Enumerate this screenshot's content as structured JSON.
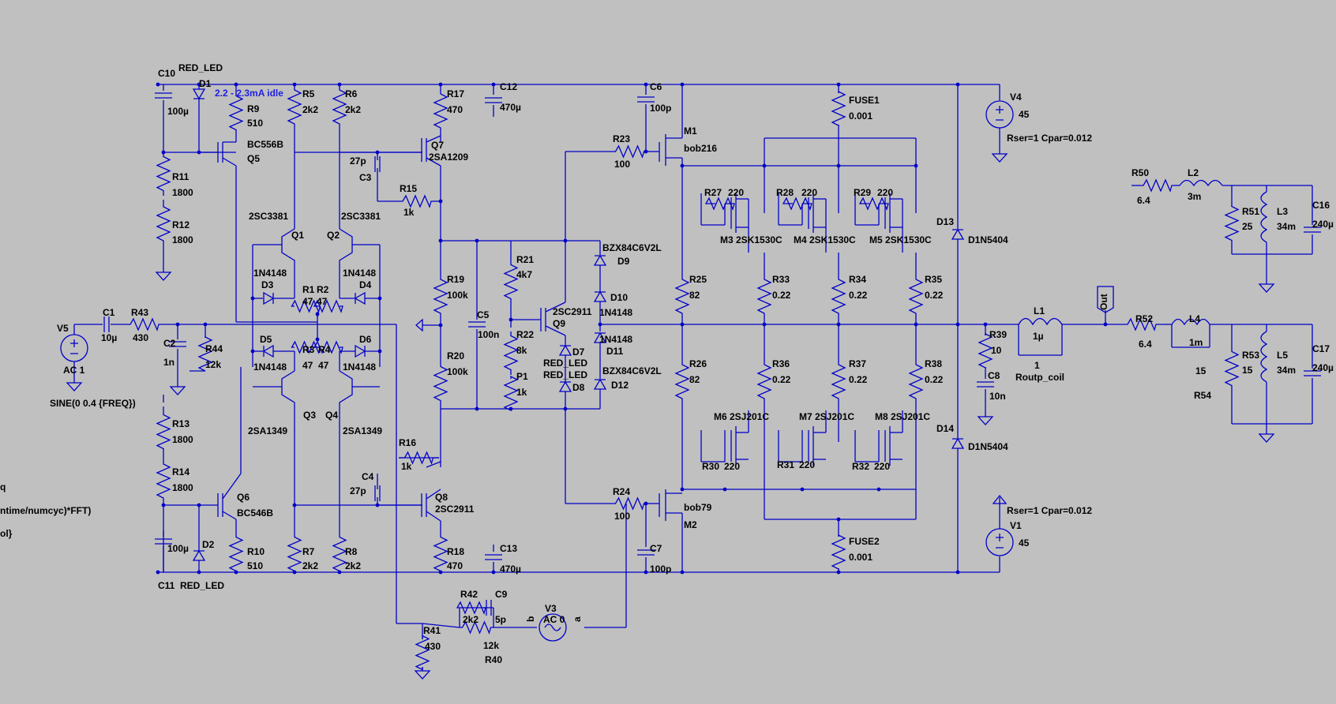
{
  "colors": {
    "background": "#c0c0c0",
    "wire": "#0000c8",
    "text": "#000000",
    "annotation": "#2020e0"
  },
  "annotation": "2.2 - 2.3mA idle",
  "left_partial_text": [
    "q",
    "ntime/numcyc)*FFT)",
    "ol}"
  ],
  "source_details": {
    "v5_type": "AC 1",
    "v5_wave": "SINE(0 0.4 {FREQ})",
    "v3_type": "AC 0",
    "v4_value": "45",
    "v4_params": "Rser=1 Cpar=0.012",
    "v1_value": "45",
    "v1_params": "Rser=1 Cpar=0.012"
  },
  "net_labels": [
    "a",
    "b",
    "Out"
  ],
  "labels": [
    {
      "id": "C10",
      "t": "C10"
    },
    {
      "id": "RED_LED_top",
      "t": "RED_LED"
    },
    {
      "id": "D1",
      "t": "D1"
    },
    {
      "id": "C10v",
      "t": "100µ"
    },
    {
      "id": "R9",
      "t": "R9"
    },
    {
      "id": "R9v",
      "t": "510"
    },
    {
      "id": "Q5p",
      "t": "BC556B"
    },
    {
      "id": "Q5",
      "t": "Q5"
    },
    {
      "id": "R5",
      "t": "R5"
    },
    {
      "id": "R5v",
      "t": "2k2"
    },
    {
      "id": "R6",
      "t": "R6"
    },
    {
      "id": "R6v",
      "t": "2k2"
    },
    {
      "id": "R11",
      "t": "R11"
    },
    {
      "id": "R11v",
      "t": "1800"
    },
    {
      "id": "R12",
      "t": "R12"
    },
    {
      "id": "R12v",
      "t": "1800"
    },
    {
      "id": "R17",
      "t": "R17"
    },
    {
      "id": "R17v",
      "t": "470"
    },
    {
      "id": "C12",
      "t": "C12"
    },
    {
      "id": "C12v",
      "t": "470µ"
    },
    {
      "id": "C6",
      "t": "C6"
    },
    {
      "id": "C6v",
      "t": "100p"
    },
    {
      "id": "M1",
      "t": "M1"
    },
    {
      "id": "M1p",
      "t": "bob216"
    },
    {
      "id": "R23",
      "t": "R23"
    },
    {
      "id": "R23v",
      "t": "100"
    },
    {
      "id": "FUSE1",
      "t": "FUSE1"
    },
    {
      "id": "FUSE1v",
      "t": "0.001"
    },
    {
      "id": "V4",
      "t": "V4"
    },
    {
      "id": "Q7",
      "t": "Q7"
    },
    {
      "id": "Q7p",
      "t": "2SA1209"
    },
    {
      "id": "C3v",
      "t": "27p"
    },
    {
      "id": "C3",
      "t": "C3"
    },
    {
      "id": "R15",
      "t": "R15"
    },
    {
      "id": "R15v",
      "t": "1k"
    },
    {
      "id": "Q1p",
      "t": "2SC3381"
    },
    {
      "id": "Q1",
      "t": "Q1"
    },
    {
      "id": "Q2p",
      "t": "2SC3381"
    },
    {
      "id": "Q2",
      "t": "Q2"
    },
    {
      "id": "R27",
      "t": "R27"
    },
    {
      "id": "R27v",
      "t": "220"
    },
    {
      "id": "R28",
      "t": "R28"
    },
    {
      "id": "R28v",
      "t": "220"
    },
    {
      "id": "R29",
      "t": "R29"
    },
    {
      "id": "R29v",
      "t": "220"
    },
    {
      "id": "M3",
      "t": "M3 2SK1530C"
    },
    {
      "id": "M4",
      "t": "M4  2SK1530C"
    },
    {
      "id": "M5",
      "t": "M5  2SK1530C"
    },
    {
      "id": "D13",
      "t": "D13"
    },
    {
      "id": "D13p",
      "t": "D1N5404"
    },
    {
      "id": "R50",
      "t": "R50"
    },
    {
      "id": "R50v",
      "t": "6.4"
    },
    {
      "id": "L2",
      "t": "L2"
    },
    {
      "id": "L2v",
      "t": "3m"
    },
    {
      "id": "R51",
      "t": "R51"
    },
    {
      "id": "R51v",
      "t": "25"
    },
    {
      "id": "L3",
      "t": "L3"
    },
    {
      "id": "L3v",
      "t": "34m"
    },
    {
      "id": "C16",
      "t": "C16"
    },
    {
      "id": "C16v",
      "t": "240µ"
    },
    {
      "id": "D3p",
      "t": "1N4148"
    },
    {
      "id": "D3",
      "t": "D3"
    },
    {
      "id": "R1",
      "t": "R1"
    },
    {
      "id": "R1v",
      "t": "47"
    },
    {
      "id": "R2",
      "t": "R2"
    },
    {
      "id": "R2v",
      "t": "47"
    },
    {
      "id": "D4p",
      "t": "1N4148"
    },
    {
      "id": "D4",
      "t": "D4"
    },
    {
      "id": "R21",
      "t": "R21"
    },
    {
      "id": "R21v",
      "t": "4k7"
    },
    {
      "id": "BZXa",
      "t": "BZX84C6V2L"
    },
    {
      "id": "D9",
      "t": "D9"
    },
    {
      "id": "R19",
      "t": "R19"
    },
    {
      "id": "R19v",
      "t": "100k"
    },
    {
      "id": "D10",
      "t": "D10"
    },
    {
      "id": "D10p",
      "t": "1N4148"
    },
    {
      "id": "R25",
      "t": "R25"
    },
    {
      "id": "R25v",
      "t": "82"
    },
    {
      "id": "R33",
      "t": "R33"
    },
    {
      "id": "R33v",
      "t": "0.22"
    },
    {
      "id": "R34",
      "t": "R34"
    },
    {
      "id": "R34v",
      "t": "0.22"
    },
    {
      "id": "R35",
      "t": "R35"
    },
    {
      "id": "R35v",
      "t": "0.22"
    },
    {
      "id": "V5",
      "t": "V5"
    },
    {
      "id": "C1",
      "t": "C1"
    },
    {
      "id": "C1v",
      "t": "10µ"
    },
    {
      "id": "R43",
      "t": "R43"
    },
    {
      "id": "R43v",
      "t": "430"
    },
    {
      "id": "C5",
      "t": "C5"
    },
    {
      "id": "C5v",
      "t": "100n"
    },
    {
      "id": "Q9p",
      "t": "2SC2911"
    },
    {
      "id": "Q9",
      "t": "Q9"
    },
    {
      "id": "R22",
      "t": "R22"
    },
    {
      "id": "R22v",
      "t": "8k"
    },
    {
      "id": "R39",
      "t": "R39"
    },
    {
      "id": "R39v",
      "t": "10"
    },
    {
      "id": "L1",
      "t": "L1"
    },
    {
      "id": "L1v",
      "t": "1µ"
    },
    {
      "id": "L1p",
      "t": "1"
    },
    {
      "id": "L1m",
      "t": "Routp_coil"
    },
    {
      "id": "R52",
      "t": "R52"
    },
    {
      "id": "R52v",
      "t": "6.4"
    },
    {
      "id": "L4",
      "t": "L4"
    },
    {
      "id": "L4v",
      "t": "1m"
    },
    {
      "id": "R54v",
      "t": "15"
    },
    {
      "id": "R54",
      "t": "R54"
    },
    {
      "id": "R53",
      "t": "R53"
    },
    {
      "id": "R53v",
      "t": "15"
    },
    {
      "id": "L5",
      "t": "L5"
    },
    {
      "id": "L5v",
      "t": "34m"
    },
    {
      "id": "C17",
      "t": "C17"
    },
    {
      "id": "C17v",
      "t": "240µ"
    },
    {
      "id": "C2",
      "t": "C2"
    },
    {
      "id": "C2v",
      "t": "1n"
    },
    {
      "id": "R44",
      "t": "R44"
    },
    {
      "id": "R44v",
      "t": "12k"
    },
    {
      "id": "D5",
      "t": "D5"
    },
    {
      "id": "D5p",
      "t": "1N4148"
    },
    {
      "id": "R3",
      "t": "R3"
    },
    {
      "id": "R3v",
      "t": "47"
    },
    {
      "id": "R4",
      "t": "R4"
    },
    {
      "id": "R4v",
      "t": "47"
    },
    {
      "id": "D6",
      "t": "D6"
    },
    {
      "id": "D6p",
      "t": "1N4148"
    },
    {
      "id": "D7",
      "t": "D7"
    },
    {
      "id": "RLa",
      "t": "RED_LED"
    },
    {
      "id": "RLb",
      "t": "RED_LED"
    },
    {
      "id": "D8",
      "t": "D8"
    },
    {
      "id": "D11p",
      "t": "1N4148"
    },
    {
      "id": "D11",
      "t": "D11"
    },
    {
      "id": "BZXb",
      "t": "BZX84C6V2L"
    },
    {
      "id": "D12",
      "t": "D12"
    },
    {
      "id": "P1",
      "t": "P1"
    },
    {
      "id": "P1v",
      "t": "1k"
    },
    {
      "id": "R20",
      "t": "R20"
    },
    {
      "id": "R20v",
      "t": "100k"
    },
    {
      "id": "R26",
      "t": "R26"
    },
    {
      "id": "R26v",
      "t": "82"
    },
    {
      "id": "R36",
      "t": "R36"
    },
    {
      "id": "R36v",
      "t": "0.22"
    },
    {
      "id": "R37",
      "t": "R37"
    },
    {
      "id": "R37v",
      "t": "0.22"
    },
    {
      "id": "R38",
      "t": "R38"
    },
    {
      "id": "R38v",
      "t": "0.22"
    },
    {
      "id": "C8",
      "t": "C8"
    },
    {
      "id": "C8v",
      "t": "10n"
    },
    {
      "id": "D14",
      "t": "D14"
    },
    {
      "id": "D14p",
      "t": "D1N5404"
    },
    {
      "id": "R13",
      "t": "R13"
    },
    {
      "id": "R13v",
      "t": "1800"
    },
    {
      "id": "R14",
      "t": "R14"
    },
    {
      "id": "R14v",
      "t": "1800"
    },
    {
      "id": "Q3p",
      "t": "2SA1349"
    },
    {
      "id": "Q3",
      "t": "Q3"
    },
    {
      "id": "Q4",
      "t": "Q4"
    },
    {
      "id": "Q4p",
      "t": "2SA1349"
    },
    {
      "id": "R16",
      "t": "R16"
    },
    {
      "id": "R16v",
      "t": "1k"
    },
    {
      "id": "M6",
      "t": "M6  2SJ201C"
    },
    {
      "id": "M7",
      "t": "M7  2SJ201C"
    },
    {
      "id": "M8",
      "t": "M8  2SJ201C"
    },
    {
      "id": "R30",
      "t": "R30"
    },
    {
      "id": "R30v",
      "t": "220"
    },
    {
      "id": "R31",
      "t": "R31"
    },
    {
      "id": "R31v",
      "t": "220"
    },
    {
      "id": "R32",
      "t": "R32"
    },
    {
      "id": "R32v",
      "t": "220"
    },
    {
      "id": "Q6",
      "t": "Q6"
    },
    {
      "id": "Q6p",
      "t": "BC546B"
    },
    {
      "id": "C4",
      "t": "C4"
    },
    {
      "id": "C4v",
      "t": "27p"
    },
    {
      "id": "Q8",
      "t": "Q8"
    },
    {
      "id": "Q8p",
      "t": "2SC2911"
    },
    {
      "id": "R24",
      "t": "R24"
    },
    {
      "id": "R24v",
      "t": "100"
    },
    {
      "id": "M2p",
      "t": "bob79"
    },
    {
      "id": "M2",
      "t": "M2"
    },
    {
      "id": "C11v",
      "t": "100µ"
    },
    {
      "id": "D2",
      "t": "D2"
    },
    {
      "id": "R10",
      "t": "R10"
    },
    {
      "id": "R10v",
      "t": "510"
    },
    {
      "id": "R7",
      "t": "R7"
    },
    {
      "id": "R7v",
      "t": "2k2"
    },
    {
      "id": "R8",
      "t": "R8"
    },
    {
      "id": "R8v",
      "t": "2k2"
    },
    {
      "id": "R18",
      "t": "R18"
    },
    {
      "id": "R18v",
      "t": "470"
    },
    {
      "id": "C13",
      "t": "C13"
    },
    {
      "id": "C13v",
      "t": "470µ"
    },
    {
      "id": "C7",
      "t": "C7"
    },
    {
      "id": "C7v",
      "t": "100p"
    },
    {
      "id": "FUSE2",
      "t": "FUSE2"
    },
    {
      "id": "FUSE2v",
      "t": "0.001"
    },
    {
      "id": "V1",
      "t": "V1"
    },
    {
      "id": "C11",
      "t": "C11"
    },
    {
      "id": "RED_LED_bot",
      "t": "RED_LED"
    },
    {
      "id": "R42",
      "t": "R42"
    },
    {
      "id": "C9",
      "t": "C9"
    },
    {
      "id": "R42v",
      "t": "2k2"
    },
    {
      "id": "C9v",
      "t": "5p"
    },
    {
      "id": "V3",
      "t": "V3"
    },
    {
      "id": "R41",
      "t": "R41"
    },
    {
      "id": "R41v",
      "t": "430"
    },
    {
      "id": "R40v",
      "t": "12k"
    },
    {
      "id": "R40",
      "t": "R40"
    }
  ]
}
